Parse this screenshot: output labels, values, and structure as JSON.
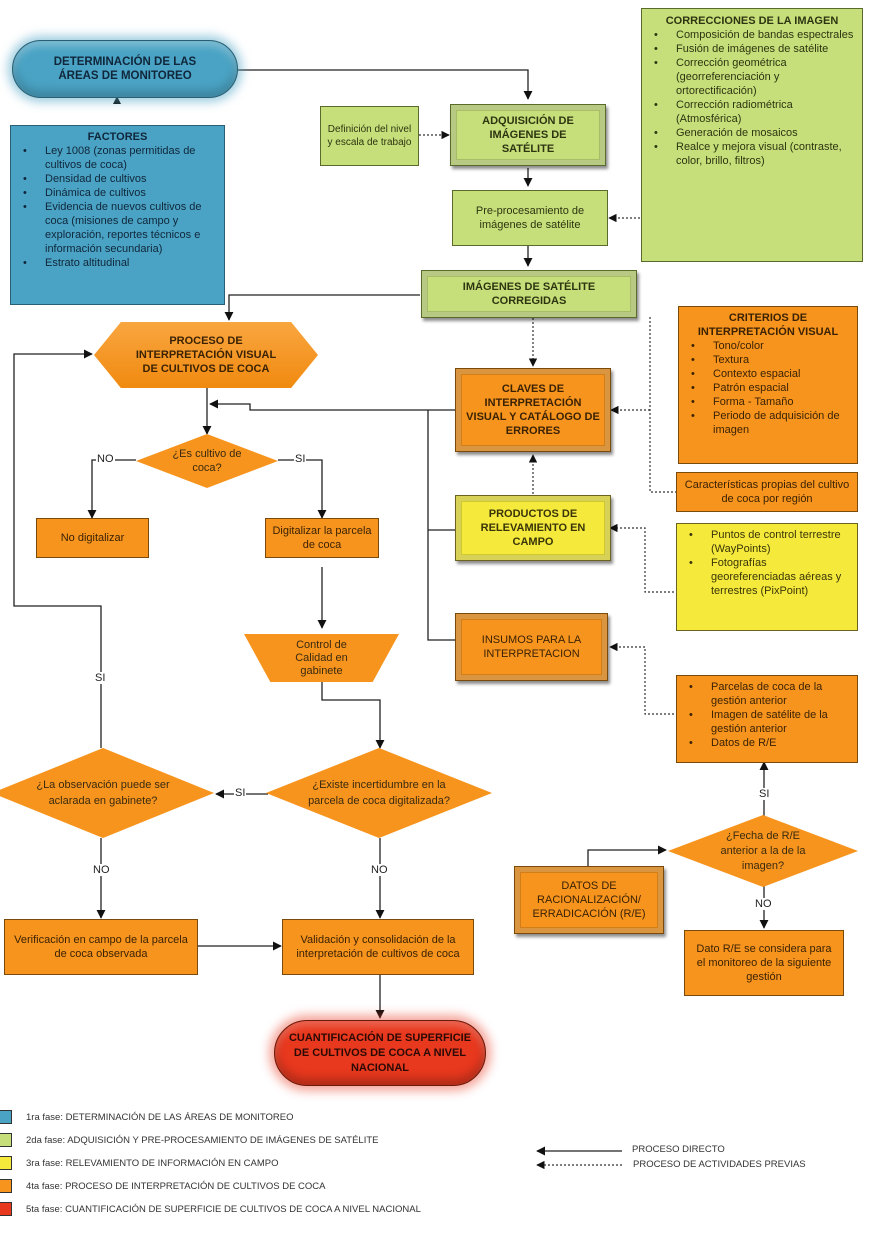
{
  "colors": {
    "phase1": "#4aa3c4",
    "phase2": "#c7df7b",
    "phase3": "#f5ea3c",
    "phase4": "#f7941d",
    "phase5": "#e8381e"
  },
  "nodes": {
    "determinacion": "DETERMINACIÓN DE LAS ÁREAS DE MONITOREO",
    "factores": {
      "title": "FACTORES",
      "items": [
        "Ley 1008 (zonas permitidas de cultivos de coca)",
        "Densidad de cultivos",
        "Dinámica de cultivos",
        "Evidencia de nuevos cultivos de coca (misiones de campo y exploración, reportes técnicos e información secundaria)",
        "Estrato altitudinal"
      ]
    },
    "definicion": "Definición del nivel y escala de trabajo",
    "adquisicion": "ADQUISICIÓN DE IMÁGENES DE SATÉLITE",
    "preprocesamiento": "Pre-procesamiento de imágenes de satélite",
    "correcciones": {
      "title": "CORRECCIONES DE LA IMAGEN",
      "items": [
        "Composición de bandas espectrales",
        "Fusión de imágenes de satélite",
        "Corrección geométrica (georreferenciación y ortorectificación)",
        "Corrección radiométrica (Atmosférica)",
        "Generación de mosaicos",
        "Realce y mejora visual (contraste, color, brillo, filtros)"
      ]
    },
    "imagenes_corregidas": "IMÁGENES DE SATÉLITE CORREGIDAS",
    "proceso_interpretacion": "PROCESO DE INTERPRETACIÓN VISUAL DE CULTIVOS DE COCA",
    "claves": "CLAVES DE INTERPRETACIÓN VISUAL Y CATÁLOGO DE ERRORES",
    "criterios": {
      "title": "CRITERIOS DE INTERPRETACIÓN VISUAL",
      "items": [
        "Tono/color",
        "Textura",
        "Contexto espacial",
        "Patrón espacial",
        "Forma - Tamaño",
        "Periodo de adquisición de imagen"
      ]
    },
    "caracteristicas": "Características propias del cultivo de coca por región",
    "productos": "PRODUCTOS DE RELEVAMIENTO EN CAMPO",
    "puntos": {
      "items": [
        "Puntos de control terrestre (WayPoints)",
        "Fotografías georeferenciadas aéreas y terrestres (PixPoint)"
      ]
    },
    "insumos": "INSUMOS PARA LA INTERPRETACION",
    "parcelas_anteriores": {
      "items": [
        "Parcelas de coca de la gestión anterior",
        "Imagen de satélite de la gestión anterior",
        "Datos de R/E"
      ]
    },
    "es_cultivo": "¿Es cultivo de coca?",
    "no_digitalizar": "No digitalizar",
    "digitalizar": "Digitalizar la parcela de coca",
    "control_calidad": "Control de Calidad en gabinete",
    "existe_incertidumbre": "¿Existe incertidumbre en la parcela de coca digitalizada?",
    "observacion_aclarada": "¿La observación puede ser aclarada en gabinete?",
    "verificacion": "Verificación en campo de la parcela de coca observada",
    "validacion": "Validación y consolidación de la interpretación de cultivos de coca",
    "cuantificacion": "CUANTIFICACIÓN DE SUPERFICIE DE CULTIVOS DE COCA A NIVEL NACIONAL",
    "datos_re": "DATOS DE RACIONALIZACIÓN/ ERRADICACIÓN (R/E)",
    "fecha_re": "¿Fecha de R/E anterior a la de la imagen?",
    "dato_re_siguiente": "Dato R/E se considera para el monitoreo de la siguiente gestión"
  },
  "edge_labels": {
    "no": "NO",
    "si": "SI"
  },
  "legend": {
    "phases": [
      {
        "label": "1ra fase:  DETERMINACIÓN DE LAS ÁREAS DE MONITOREO",
        "color": "#4aa3c4"
      },
      {
        "label": "2da fase:   ADQUISICIÓN Y PRE-PROCESAMIENTO DE IMÁGENES DE SATÉLITE",
        "color": "#c7df7b"
      },
      {
        "label": "3ra fase:   RELEVAMIENTO DE INFORMACIÓN EN CAMPO",
        "color": "#f5ea3c"
      },
      {
        "label": "4ta fase:   PROCESO DE INTERPRETACIÓN DE CULTIVOS DE COCA",
        "color": "#f7941d"
      },
      {
        "label": "5ta fase:   CUANTIFICACIÓN DE SUPERFICIE DE CULTIVOS DE COCA A NIVEL NACIONAL",
        "color": "#e8381e"
      }
    ],
    "arrows": {
      "direct": "PROCESO DIRECTO",
      "previous": "PROCESO DE ACTIVIDADES PREVIAS"
    }
  }
}
